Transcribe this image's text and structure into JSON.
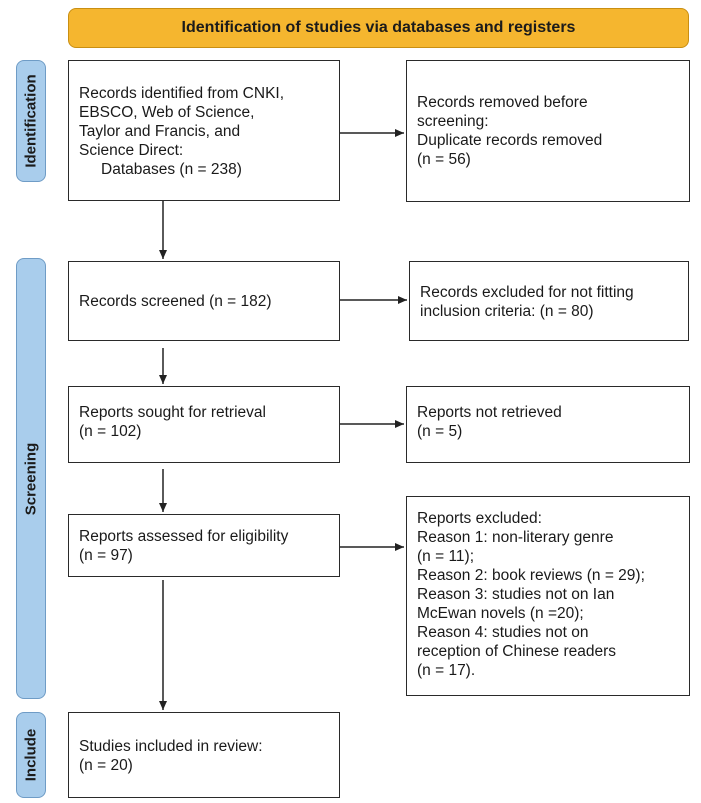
{
  "header": {
    "title": "Identification of studies via databases and registers"
  },
  "phases": {
    "identification": "Identification",
    "screening": "Screening",
    "include": "Include"
  },
  "boxes": {
    "identified": {
      "lines": [
        "Records identified from CNKI,",
        "EBSCO, Web of Science,",
        "Taylor and Francis, and",
        "Science Direct:",
        "Databases (n = 238)"
      ]
    },
    "removed": {
      "lines": [
        "Records removed before",
        "screening:",
        "Duplicate records removed",
        "(n = 56)"
      ]
    },
    "screened": {
      "lines": [
        "Records screened (n = 182)"
      ]
    },
    "excluded_screen": {
      "lines": [
        "Records excluded for not fitting",
        "inclusion criteria: (n = 80)"
      ]
    },
    "sought": {
      "lines": [
        "Reports sought for retrieval",
        "(n = 102)"
      ]
    },
    "not_retrieved": {
      "lines": [
        "Reports not retrieved",
        "(n = 5)"
      ]
    },
    "assessed": {
      "lines": [
        "Reports assessed for eligibility",
        "(n = 97)"
      ]
    },
    "reports_excluded": {
      "lines": [
        "Reports excluded:",
        "Reason 1: non-literary genre",
        "(n = 11);",
        "Reason 2: book reviews (n = 29);",
        "Reason 3: studies not on Ian",
        "McEwan novels (n =20);",
        "Reason 4: studies not on",
        "reception of Chinese readers",
        "(n = 17)."
      ]
    },
    "included": {
      "lines": [
        "Studies included in review:",
        "(n = 20)"
      ]
    }
  }
}
